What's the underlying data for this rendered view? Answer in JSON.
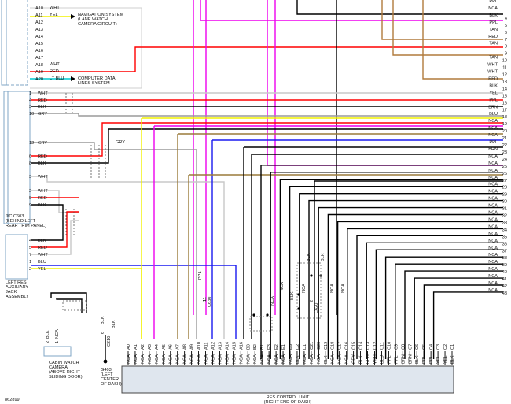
{
  "figure_id": "862899",
  "top_connector": {
    "pins": [
      "A10",
      "A11",
      "A12",
      "A13",
      "A14",
      "A15",
      "A16",
      "A17",
      "A18",
      "A19",
      "A20"
    ],
    "colors": [
      "WHT",
      "YEL",
      "",
      "",
      "",
      "",
      "",
      "",
      "WHT",
      "RED",
      "LT BLU"
    ]
  },
  "notes": {
    "nav": [
      "NAVIGATION SYSTEM",
      "(LANE WATCH",
      "CAMERA CIRCUIT)"
    ],
    "data": [
      "COMPUTER DATA",
      "LINES SYSTEM"
    ]
  },
  "jc": {
    "pins": [
      "1",
      "4",
      "3",
      "10",
      "12",
      "6",
      "8",
      "3",
      "2",
      "5",
      "9",
      "4",
      "5",
      "7",
      "1",
      "2"
    ],
    "colors": [
      "WHT",
      "RED",
      "BLK",
      "GRY",
      "GRY",
      "RED",
      "BLK",
      "WHT",
      "WHT",
      "RED",
      "BLK",
      "BLK",
      "RED",
      "WHT",
      "BLU",
      "YEL"
    ],
    "gry_label": "GRY",
    "cond_11": "11",
    "title": [
      "J/C C603",
      "(BEHIND LEFT",
      "REAR TRIM PANEL)"
    ]
  },
  "aux_jack": [
    "LEFT RES",
    "AUXILIARY",
    "JACK",
    "ASSEMBLY"
  ],
  "right": {
    "rows": [
      {
        "n": "",
        "c": "PPL"
      },
      {
        "n": "",
        "c": "NCA"
      },
      {
        "n": "4",
        "c": "BLK"
      },
      {
        "n": "5",
        "c": "PPL"
      },
      {
        "n": "6",
        "c": "TAN"
      },
      {
        "n": "7",
        "c": "RED"
      },
      {
        "n": "8",
        "c": "TAN"
      },
      {
        "n": "9",
        "c": ""
      },
      {
        "n": "10",
        "c": "TAN"
      },
      {
        "n": "11",
        "c": "WHT"
      },
      {
        "n": "12",
        "c": "WHT"
      },
      {
        "n": "13",
        "c": "RED"
      },
      {
        "n": "14",
        "c": "BLK"
      },
      {
        "n": "15",
        "c": "YEL"
      },
      {
        "n": "16",
        "c": "PPL"
      },
      {
        "n": "17",
        "c": "BRN"
      },
      {
        "n": "18",
        "c": "BLU"
      },
      {
        "n": "19",
        "c": "NCA"
      },
      {
        "n": "20",
        "c": "NCA"
      },
      {
        "n": "21",
        "c": "NCA"
      },
      {
        "n": "22",
        "c": "PPL"
      },
      {
        "n": "23",
        "c": "BRN"
      },
      {
        "n": "24",
        "c": "NCA"
      },
      {
        "n": "25",
        "c": "NCA"
      },
      {
        "n": "26",
        "c": "NCA"
      },
      {
        "n": "27",
        "c": "NCA"
      },
      {
        "n": "28",
        "c": "NCA"
      },
      {
        "n": "29",
        "c": "NCA"
      },
      {
        "n": "30",
        "c": "NCA"
      },
      {
        "n": "31",
        "c": "NCA"
      },
      {
        "n": "32",
        "c": "NCA"
      },
      {
        "n": "33",
        "c": "NCA"
      },
      {
        "n": "34",
        "c": "NCA"
      },
      {
        "n": "35",
        "c": "NCA"
      },
      {
        "n": "36",
        "c": "NCA"
      },
      {
        "n": "37",
        "c": "NCA"
      },
      {
        "n": "38",
        "c": "NCA"
      },
      {
        "n": "39",
        "c": "NCA"
      },
      {
        "n": "40",
        "c": "NCA"
      },
      {
        "n": "41",
        "c": "NCA"
      },
      {
        "n": "42",
        "c": "NCA"
      },
      {
        "n": "43",
        "c": "NCA"
      }
    ]
  },
  "mid_labels": [
    "PPL",
    "11",
    "C630",
    "NCA",
    "NCA",
    "BLK",
    "NCA",
    "BLK",
    "2",
    "C620",
    "BLK",
    "NCA",
    "NCA"
  ],
  "left_bottom_labels": [
    "BLK",
    "6",
    "C210",
    "BLK"
  ],
  "unit_pins": {
    "pins": [
      "C1",
      "C2",
      "C3",
      "C4",
      "C5",
      "C6",
      "C7",
      "C8",
      "C9",
      "C10",
      "C11",
      "C12",
      "C13",
      "C14",
      "C15",
      "C16",
      "C17",
      "C18",
      "C19",
      "C20",
      "C21",
      "D1",
      "D2",
      "D3",
      "E1",
      "E2",
      "E3",
      "B1",
      "B2",
      "B3",
      "A16",
      "A15",
      "A14",
      "A13",
      "A12",
      "A11",
      "A10",
      "A9",
      "A8",
      "A7",
      "A6",
      "A5",
      "A4",
      "A3",
      "A2",
      "A1",
      "A0"
    ],
    "colors": [
      "BLK",
      "YEL",
      "YEL",
      "PPL",
      "PPL",
      "BLK",
      "BRN",
      "BRN",
      "PPL",
      "PPL",
      "BLU",
      "WHT",
      "RED",
      "BLK",
      "GRY",
      "NCA",
      "NCA",
      "NCA",
      "BLK",
      "NCA",
      "NCA",
      "NCA",
      "BLK",
      "NCA",
      "NCA",
      "NCA",
      "NCA",
      "NCA",
      "NCA",
      "NCA",
      "NCA",
      "NCA",
      "NCA",
      "NCA",
      "NCA",
      "NCA",
      "NCA",
      "NCA",
      "NCA",
      "NCA",
      "NCA",
      "NCA",
      "NCA",
      "NCA",
      "NCA",
      "NCA",
      "NCA"
    ]
  },
  "cabin_camera": {
    "pins": [
      "2",
      "1"
    ],
    "colors": [
      "BLK",
      "NCA"
    ],
    "title": [
      "CABIN WATCH",
      "CAMERA",
      "(ABOVE RIGHT",
      "SLIDING DOOR)"
    ]
  },
  "ground": [
    "G403",
    "(LEFT",
    "CENTER",
    "OF DASH)"
  ],
  "unit_title": [
    "RES CONTROL UNIT",
    "(RIGHT END OF DASH)"
  ],
  "colors": {
    "wht": "#c8c8c8",
    "red": "#ff0000",
    "blk": "#000000",
    "gry": "#9a9a9a",
    "yel": "#f2f200",
    "ppl": "#ee00ee",
    "brn": "#9a7a3a",
    "blu": "#1a1af0",
    "tan": "#b07a3c",
    "ltblu": "#00c8d0",
    "connector": "#7fa6c6",
    "unit": "#dfe6ee"
  }
}
